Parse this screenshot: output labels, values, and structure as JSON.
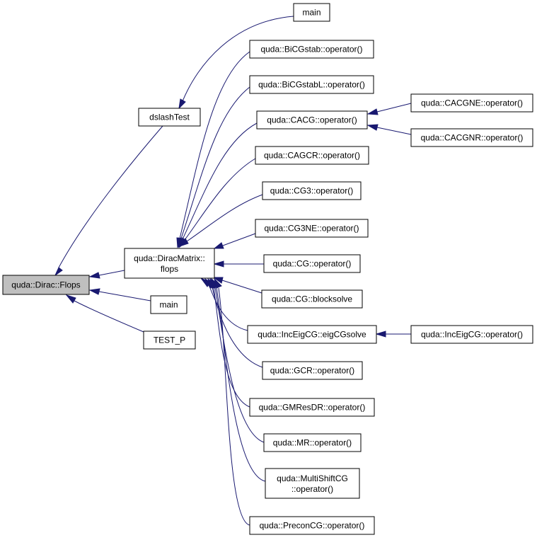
{
  "graph": {
    "colors": {
      "edge": "#191970",
      "root_fill": "#bfbfbf",
      "node_fill": "#ffffff",
      "border": "#000000"
    },
    "nodes": {
      "flops_dirac": [
        "quda::Dirac::Flops"
      ],
      "dirac_matrix": [
        "quda::DiracMatrix::",
        "flops"
      ],
      "dslash_test": [
        "dslashTest"
      ],
      "main_top": [
        "main"
      ],
      "main_mid": [
        "main"
      ],
      "test_p": [
        "TEST_P"
      ],
      "bicgstab": [
        "quda::BiCGstab::operator()"
      ],
      "bicgstabl": [
        "quda::BiCGstabL::operator()"
      ],
      "cacg": [
        "quda::CACG::operator()"
      ],
      "cagcr": [
        "quda::CAGCR::operator()"
      ],
      "cg3": [
        "quda::CG3::operator()"
      ],
      "cg3ne": [
        "quda::CG3NE::operator()"
      ],
      "cg": [
        "quda::CG::operator()"
      ],
      "cg_blocksolve": [
        "quda::CG::blocksolve"
      ],
      "inceig_eigcg": [
        "quda::IncEigCG::eigCGsolve"
      ],
      "gcr": [
        "quda::GCR::operator()"
      ],
      "gmresdr": [
        "quda::GMResDR::operator()"
      ],
      "mr": [
        "quda::MR::operator()"
      ],
      "multishift": [
        "quda::MultiShiftCG",
        "::operator()"
      ],
      "precon": [
        "quda::PreconCG::operator()"
      ],
      "cacgne": [
        "quda::CACGNE::operator()"
      ],
      "cacgnr": [
        "quda::CACGNR::operator()"
      ],
      "inceig_op": [
        "quda::IncEigCG::operator()"
      ]
    },
    "edges": [
      {
        "from": "dslash_test",
        "to": "flops_dirac"
      },
      {
        "from": "dirac_matrix",
        "to": "flops_dirac"
      },
      {
        "from": "main_mid",
        "to": "flops_dirac"
      },
      {
        "from": "test_p",
        "to": "flops_dirac"
      },
      {
        "from": "main_top",
        "to": "dslash_test"
      },
      {
        "from": "bicgstab",
        "to": "dirac_matrix"
      },
      {
        "from": "bicgstabl",
        "to": "dirac_matrix"
      },
      {
        "from": "cacg",
        "to": "dirac_matrix"
      },
      {
        "from": "cagcr",
        "to": "dirac_matrix"
      },
      {
        "from": "cg3",
        "to": "dirac_matrix"
      },
      {
        "from": "cg3ne",
        "to": "dirac_matrix"
      },
      {
        "from": "cg",
        "to": "dirac_matrix"
      },
      {
        "from": "cg_blocksolve",
        "to": "dirac_matrix"
      },
      {
        "from": "inceig_eigcg",
        "to": "dirac_matrix"
      },
      {
        "from": "gcr",
        "to": "dirac_matrix"
      },
      {
        "from": "gmresdr",
        "to": "dirac_matrix"
      },
      {
        "from": "mr",
        "to": "dirac_matrix"
      },
      {
        "from": "multishift",
        "to": "dirac_matrix"
      },
      {
        "from": "precon",
        "to": "dirac_matrix"
      },
      {
        "from": "cacgne",
        "to": "cacg"
      },
      {
        "from": "cacgnr",
        "to": "cacg"
      },
      {
        "from": "inceig_op",
        "to": "inceig_eigcg"
      }
    ]
  }
}
